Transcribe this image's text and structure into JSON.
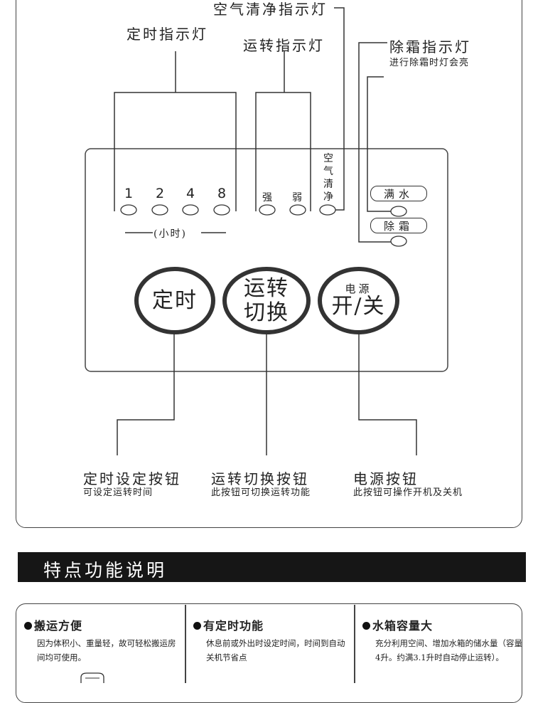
{
  "indicators": {
    "air_clean": {
      "title": "空气清净指示灯"
    },
    "timer": {
      "title": "定时指示灯"
    },
    "run": {
      "title": "运转指示灯"
    },
    "defrost": {
      "title": "除霜指示灯",
      "note": "进行除霜时灯会亮"
    }
  },
  "panel": {
    "timer_hours": [
      "1",
      "2",
      "4",
      "8"
    ],
    "hours_label": "(小时)",
    "run_modes": {
      "strong": "强",
      "weak": "弱"
    },
    "air_clean_vertical": [
      "空",
      "气",
      "清",
      "净"
    ],
    "full_water": "满水",
    "defrost": "除霜"
  },
  "buttons": {
    "timer": {
      "line1": "定时"
    },
    "mode": {
      "line1": "运转",
      "line2": "切换"
    },
    "power": {
      "small": "电源",
      "line1": "开/关"
    }
  },
  "callouts": {
    "timer": {
      "title": "定时设定按钮",
      "desc": "可设定运转时间"
    },
    "mode": {
      "title": "运转切换按钮",
      "desc": "此按钮可切换运转功能"
    },
    "power": {
      "title": "电源按钮",
      "desc": "此按钮可操作开机及关机"
    }
  },
  "section_banner": "特点功能说明",
  "features": [
    {
      "title": "搬运方便",
      "desc": "因为体积小、重量轻，故可轻松搬运房间均可使用。"
    },
    {
      "title": "有定时功能",
      "desc": "休息前或外出时设定时间，时间到自动关机节省点"
    },
    {
      "title": "水箱容量大",
      "desc": "充分利用空间、增加水箱的储水量（容量4升。约满3.1升时自动停止运转）。"
    }
  ]
}
